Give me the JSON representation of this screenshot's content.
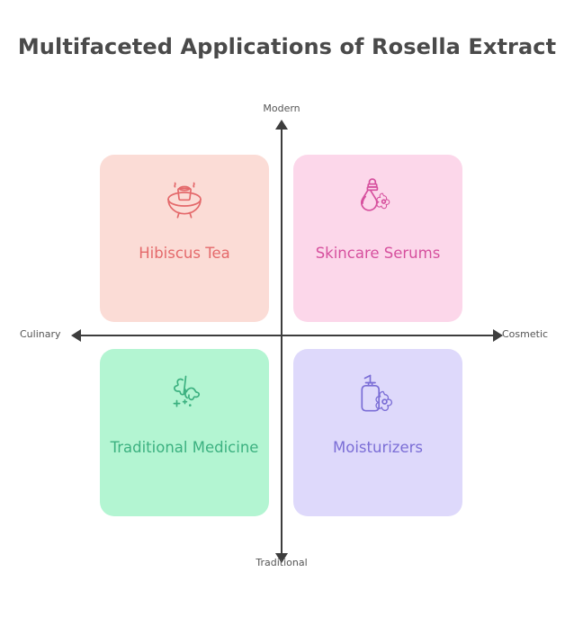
{
  "title": "Multifaceted Applications of Rosella Extract",
  "axes": {
    "top_label": "Modern",
    "bottom_label": "Traditional",
    "left_label": "Culinary",
    "right_label": "Cosmetic",
    "line_color": "#3d3d3d",
    "label_color": "#555555"
  },
  "quadrants": [
    {
      "position": "top-left",
      "label": "Hibiscus Tea",
      "icon": "teacup-steam-icon",
      "bg_color": "#fbdcd6",
      "text_color": "#e4696b",
      "icon_color": "#e4696b"
    },
    {
      "position": "top-right",
      "label": "Skincare Serums",
      "icon": "dropper-bottle-flower-icon",
      "bg_color": "#fcd7ea",
      "text_color": "#d6509e",
      "icon_color": "#d6509e"
    },
    {
      "position": "bottom-left",
      "label": "Traditional Medicine",
      "icon": "herb-leaf-sparkle-icon",
      "bg_color": "#b3f5d2",
      "text_color": "#3cb180",
      "icon_color": "#3cb180"
    },
    {
      "position": "bottom-right",
      "label": "Moisturizers",
      "icon": "pump-bottle-flower-icon",
      "bg_color": "#ded9fb",
      "text_color": "#7b6ed6",
      "icon_color": "#7b6ed6"
    }
  ]
}
